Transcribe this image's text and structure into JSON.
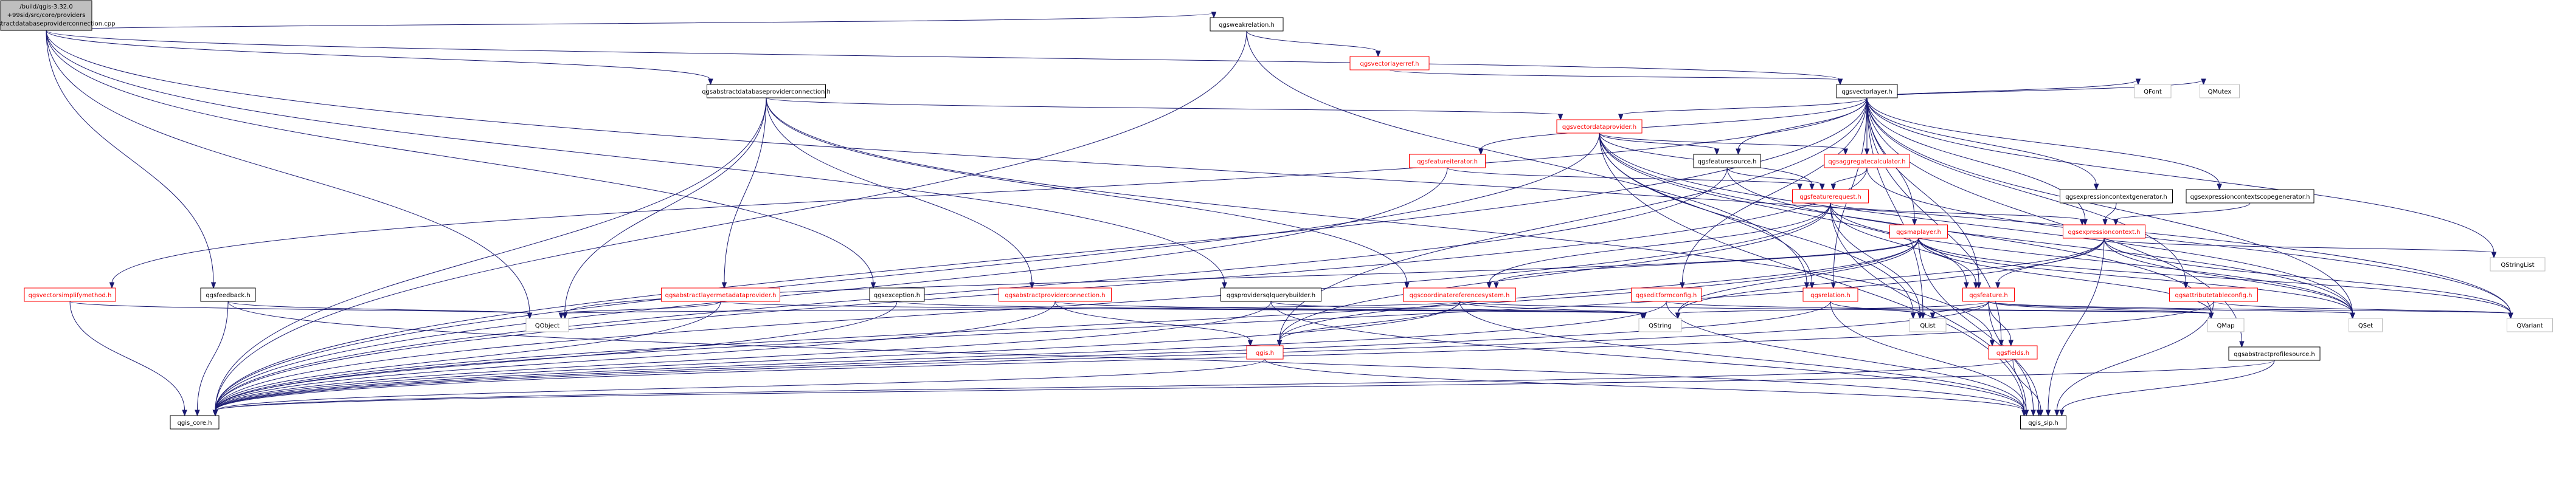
{
  "root": {
    "lines": [
      "/build/qgis-3.32.0",
      "+99sid/src/core/providers",
      "/qgsabstractdatabaseproviderconnection.cpp"
    ]
  },
  "colors": {
    "root_fill": "#bfbfbf",
    "node_fill": "#ffffff",
    "border": "#000000",
    "border_truncated": "#ff0000",
    "border_system": "#bfbfbf",
    "edge": "#191970",
    "text": "#000000",
    "text_red": "#ff0000"
  },
  "nodes": {
    "qgsweakrelation": "qgsweakrelation.h",
    "qgsvectorlayerref": "qgsvectorlayerref.h",
    "qgsabstractdatabaseproviderconnection": "qgsabstractdatabaseproviderconnection.h",
    "qgsvectorlayer": "qgsvectorlayer.h",
    "qgsvectordataprovider": "qgsvectordataprovider.h",
    "qgsfeatureiterator": "qgsfeatureiterator.h",
    "qgsfeaturesource": "qgsfeaturesource.h",
    "qgsaggregatecalculator": "qgsaggregatecalculator.h",
    "qgsfeaturerequest": "qgsfeaturerequest.h",
    "qgsmaplayer": "qgsmaplayer.h",
    "qgsexpressioncontext": "qgsexpressioncontext.h",
    "qgsexpressioncontextgenerator": "qgsexpressioncontextgenerator.h",
    "qgsexpressioncontextscopegenerator": "qgsexpressioncontextscopegenerator.h",
    "qgsvectorsimplifymethod": "qgsvectorsimplifymethod.h",
    "qgsfeedback": "qgsfeedback.h",
    "qgsabstractlayermetadataprovider": "qgsabstractlayermetadataprovider.h",
    "qgsexception": "qgsexception.h",
    "qgsabstractproviderconnection": "qgsabstractproviderconnection.h",
    "qgsprovidersqlquerybuilder": "qgsprovidersqlquerybuilder.h",
    "qgscoordinatereferencesystem": "qgscoordinatereferencesystem.h",
    "qgseditformconfig": "qgseditformconfig.h",
    "qgsrelation": "qgsrelation.h",
    "qgsfeature": "qgsfeature.h",
    "qgsattributetableconfig": "qgsattributetableconfig.h",
    "qgsabstractprofilesource": "qgsabstractprofilesource.h",
    "qgsfields": "qgsfields.h",
    "qgis": "qgis.h",
    "qgis_core": "qgis_core.h",
    "qgis_sip": "qgis_sip.h",
    "QObject": "QObject",
    "QString": "QString",
    "QMap": "QMap",
    "QList": "QList",
    "QSet": "QSet",
    "QVariant": "QVariant",
    "QStringList": "QStringList",
    "QFont": "QFont",
    "QMutex": "QMutex"
  }
}
